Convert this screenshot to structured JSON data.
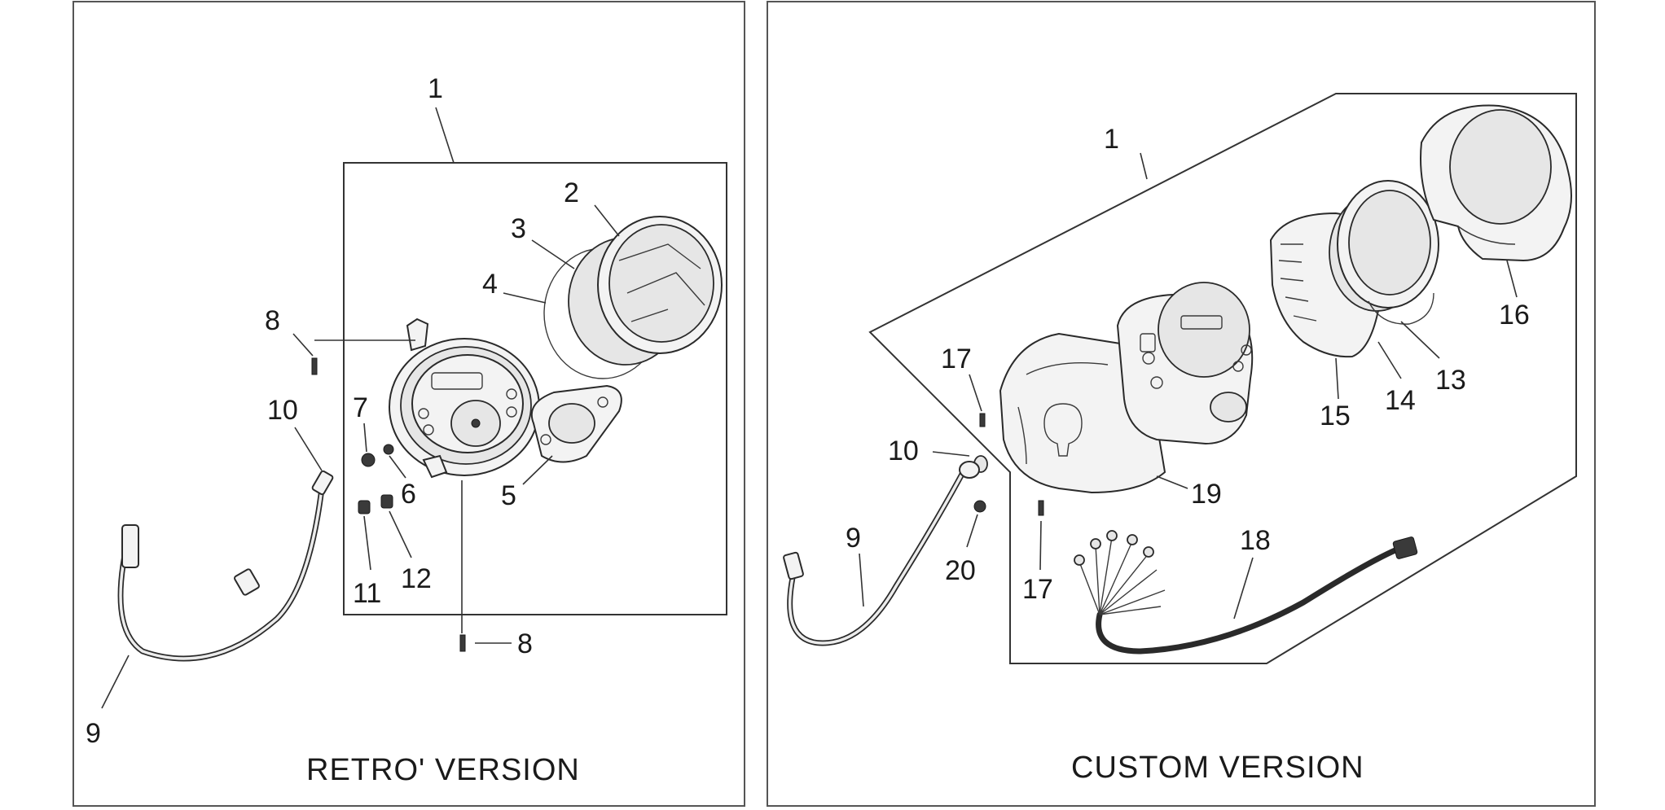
{
  "panels": {
    "left": {
      "title": "RETRO' VERSION",
      "callouts": {
        "c1": "1",
        "c2": "2",
        "c3": "3",
        "c4": "4",
        "c5": "5",
        "c6": "6",
        "c7": "7",
        "c8a": "8",
        "c8b": "8",
        "c9": "9",
        "c10": "10",
        "c11": "11",
        "c12": "12"
      }
    },
    "right": {
      "title": "CUSTOM VERSION",
      "callouts": {
        "c1": "1",
        "c9": "9",
        "c10": "10",
        "c13": "13",
        "c14": "14",
        "c15": "15",
        "c16": "16",
        "c17a": "17",
        "c17b": "17",
        "c18": "18",
        "c19": "19",
        "c20": "20"
      }
    }
  }
}
